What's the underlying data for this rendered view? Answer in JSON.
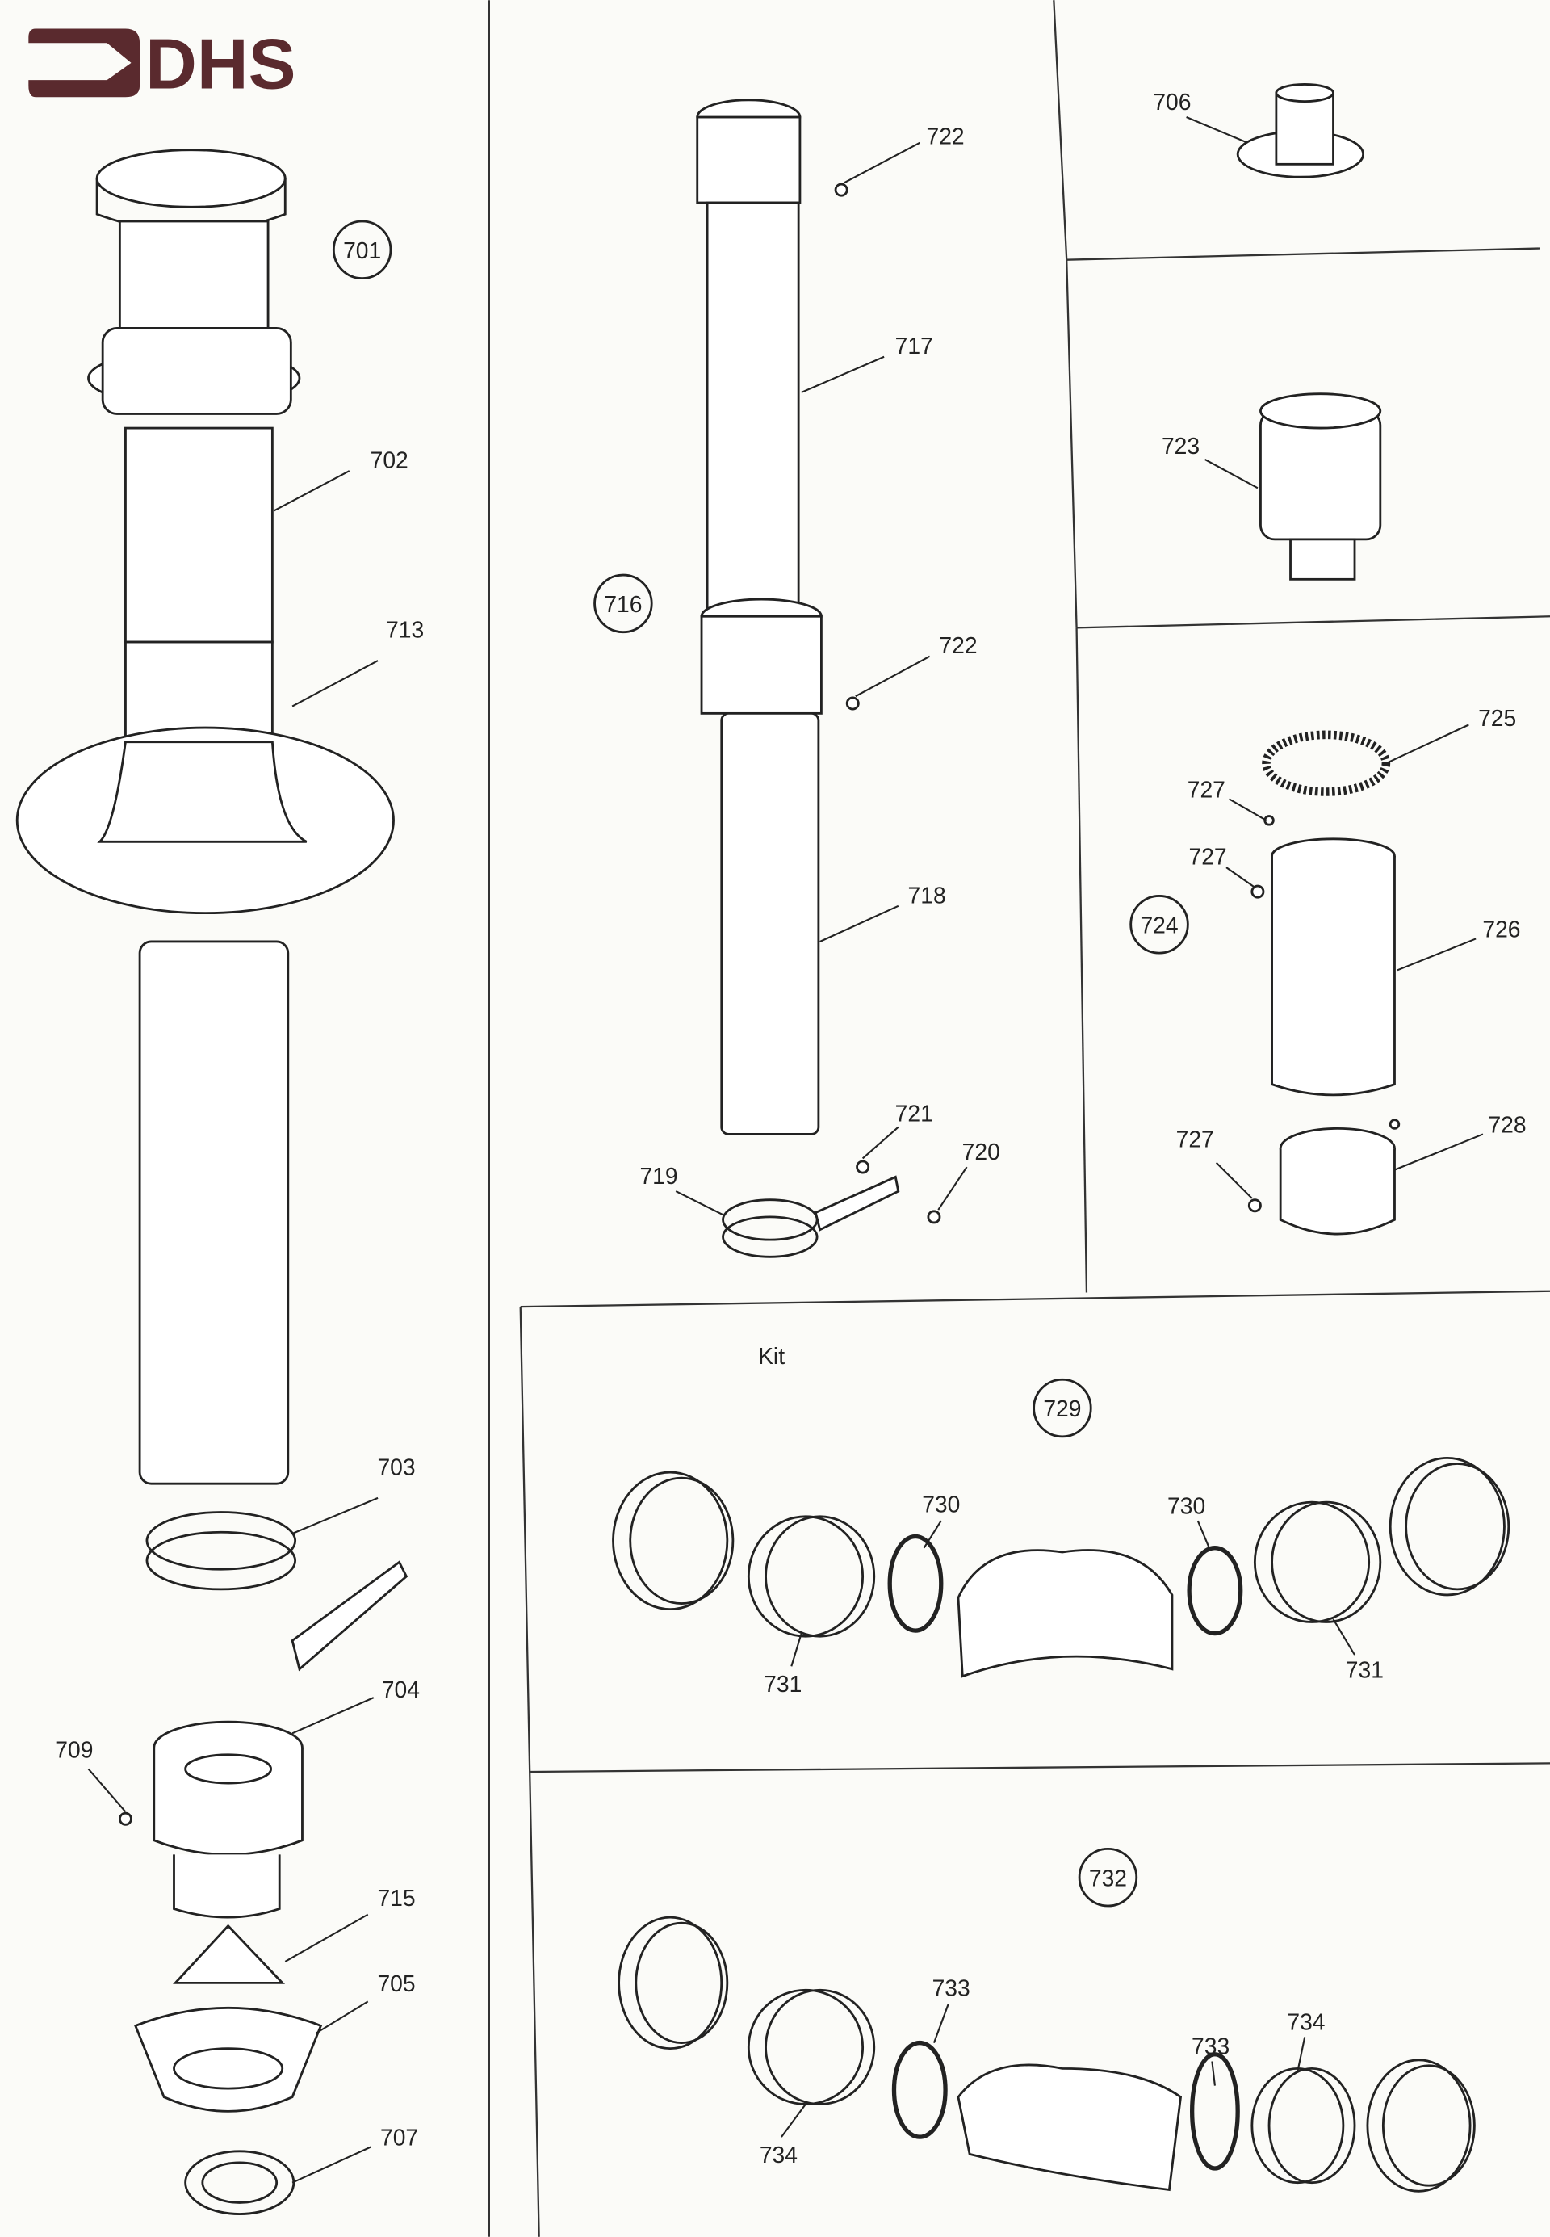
{
  "logo": {
    "text": "DHS",
    "color": "#5a2a2e"
  },
  "callouts": [
    {
      "num": "701",
      "circled": true
    },
    {
      "num": "702"
    },
    {
      "num": "713"
    },
    {
      "num": "703"
    },
    {
      "num": "704"
    },
    {
      "num": "709"
    },
    {
      "num": "715"
    },
    {
      "num": "705"
    },
    {
      "num": "707"
    },
    {
      "num": "722"
    },
    {
      "num": "717"
    },
    {
      "num": "716",
      "circled": true
    },
    {
      "num": "722"
    },
    {
      "num": "718"
    },
    {
      "num": "721"
    },
    {
      "num": "720"
    },
    {
      "num": "719"
    },
    {
      "num": "706"
    },
    {
      "num": "723"
    },
    {
      "num": "725"
    },
    {
      "num": "727"
    },
    {
      "num": "727"
    },
    {
      "num": "724",
      "circled": true
    },
    {
      "num": "726"
    },
    {
      "num": "727"
    },
    {
      "num": "728"
    },
    {
      "num": "Kit"
    },
    {
      "num": "729",
      "circled": true
    },
    {
      "num": "730"
    },
    {
      "num": "730"
    },
    {
      "num": "731"
    },
    {
      "num": "731"
    },
    {
      "num": "732",
      "circled": true
    },
    {
      "num": "733"
    },
    {
      "num": "734"
    },
    {
      "num": "733"
    },
    {
      "num": "734"
    }
  ]
}
